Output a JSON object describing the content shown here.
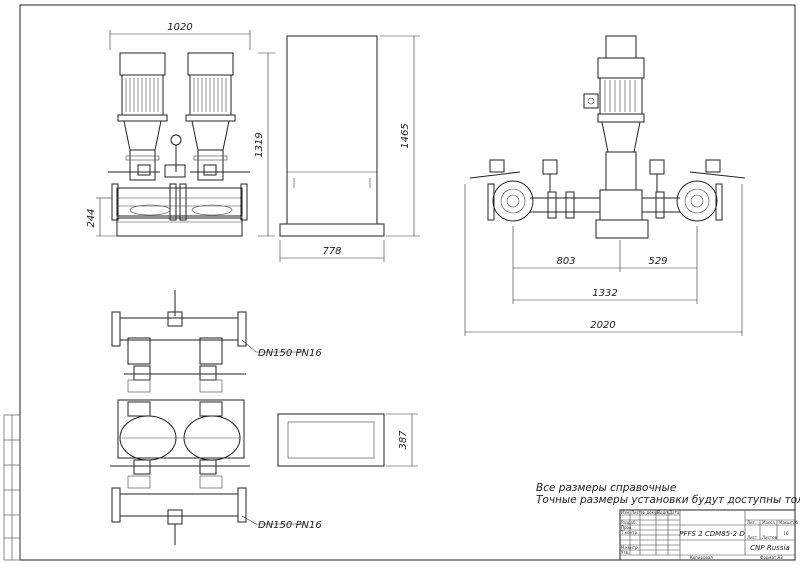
{
  "dimensions": {
    "front_width": "1020",
    "front_height": "1319",
    "front_inlet_height": "244",
    "side_width": "778",
    "side_height": "1465",
    "right_left_offset": "803",
    "right_right_offset": "529",
    "right_inner_span": "1332",
    "right_total_span": "2020",
    "plan_depth": "387"
  },
  "connections": {
    "top": "DN150 PN16",
    "bottom": "DN150 PN16"
  },
  "notes": {
    "line1": "Все размеры справочные",
    "line2": "Точные размеры установки будут доступны только после сборки"
  },
  "title_block": {
    "designation": "PFFS 2 CDM85-2 D",
    "company": "CNP Russia",
    "sheets": "16",
    "cells": [
      "Изм",
      "Лист",
      "№ докум.",
      "Подп.",
      "Дата",
      "Разраб.",
      "Пров.",
      "Т.контр.",
      "Н.контр.",
      "Утв.",
      "Лит.",
      "Масса",
      "Масштаб",
      "Лист",
      "Листов",
      "Копировал",
      "Формат A3"
    ]
  }
}
